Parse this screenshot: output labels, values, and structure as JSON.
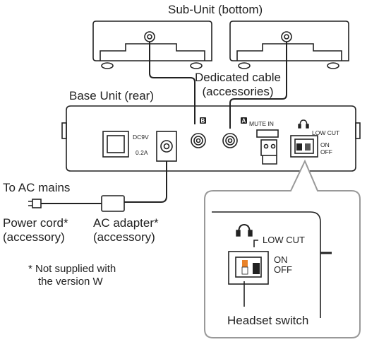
{
  "labels": {
    "sub_unit": "Sub-Unit (bottom)",
    "dedicated_cable_line1": "Dedicated cable",
    "dedicated_cable_line2": "(accessories)",
    "base_unit": "Base Unit (rear)",
    "to_ac_mains": "To AC mains",
    "power_cord_line1": "Power cord*",
    "power_cord_line2": "(accessory)",
    "ac_adapter_line1": "AC adapter*",
    "ac_adapter_line2": "(accessory)",
    "footnote_line1": "* Not supplied with",
    "footnote_line2": "the version W",
    "headset_switch": "Headset switch"
  },
  "panel": {
    "dc_rating_line1": "DC9V",
    "dc_rating_line2": "0.2A",
    "port_b": "B",
    "port_a": "A",
    "mute_in": "MUTE IN",
    "low_cut": "LOW CUT",
    "on": "ON",
    "off": "OFF"
  },
  "zoom": {
    "low_cut": "LOW CUT",
    "on": "ON",
    "off": "OFF"
  },
  "colors": {
    "line": "#222222",
    "zoom_border": "#999999",
    "switch_accent": "#e8822a"
  }
}
